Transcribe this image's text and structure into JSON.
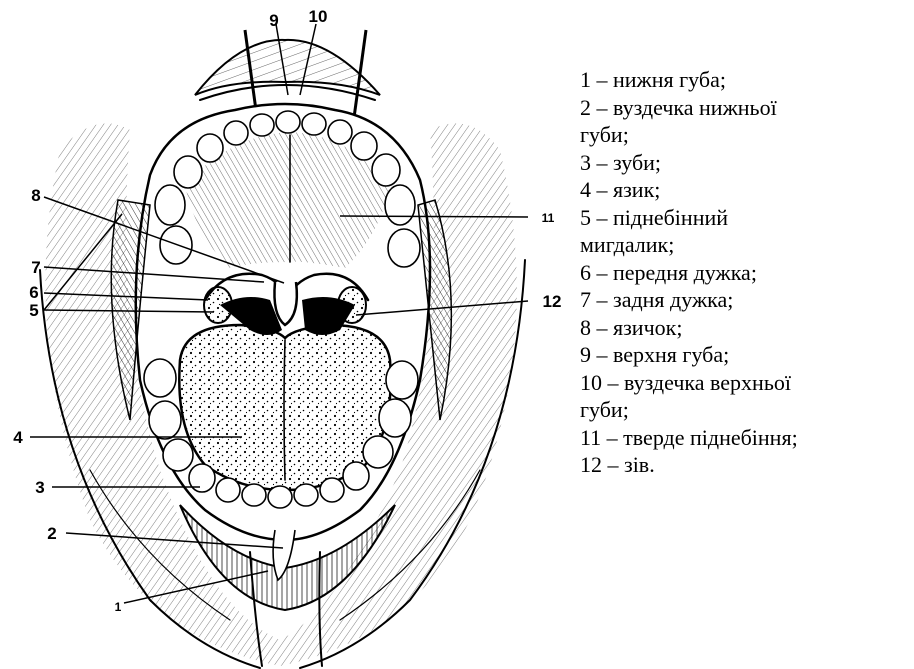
{
  "figure": {
    "numbers": {
      "n1": "1",
      "n2": "2",
      "n3": "3",
      "n4": "4",
      "n5": "5",
      "n6": "6",
      "n7": "7",
      "n8": "8",
      "n9": "9",
      "n10": "10",
      "n11": "11",
      "n12": "12"
    }
  },
  "legend": {
    "items": [
      "1 – нижня губа;",
      "2 – вуздечка нижньої",
      "губи;",
      "3 – зуби;",
      "4 – язик;",
      "5 – піднебінний",
      "мигдалик;",
      "6 – передня дужка;",
      "7 – задня дужка;",
      "8 – язичок;",
      "9 – верхня губа;",
      "10 – вуздечка верхньої",
      "губи;",
      "11 – тверде піднебіння;",
      "12 – зів."
    ]
  }
}
